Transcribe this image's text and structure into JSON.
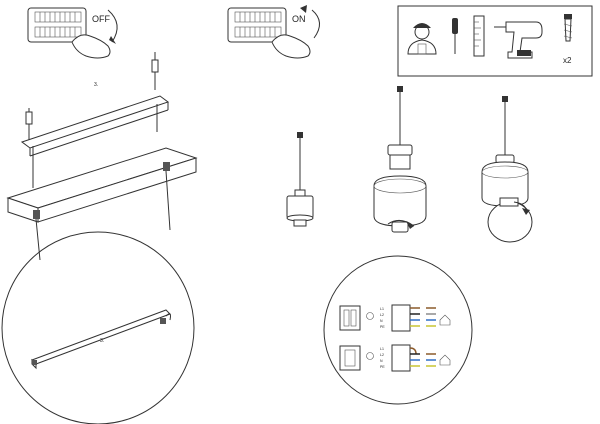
{
  "switch_steps": {
    "off_label": "OFF",
    "on_label": "ON"
  },
  "tools": {
    "items": [
      "installer-icon",
      "screwdriver-icon",
      "ruler-icon",
      "drill-icon",
      "wall-plug-icon"
    ],
    "plug_quantity": "x2"
  },
  "mounting": {
    "step_marker_small": "3.",
    "step_marker_large": "3."
  },
  "wiring": {
    "supply_terminals": [
      "L1",
      "L2",
      "N",
      "PE"
    ],
    "wire_colors": {
      "brown": "#8b5a2b",
      "black": "#222222",
      "grey": "#8c8c8c",
      "blue": "#2f6fc7",
      "yellow_green": "#c9c632"
    }
  },
  "colors": {
    "line": "#333333",
    "canopy_terminal": "#555555",
    "background": "#ffffff"
  }
}
